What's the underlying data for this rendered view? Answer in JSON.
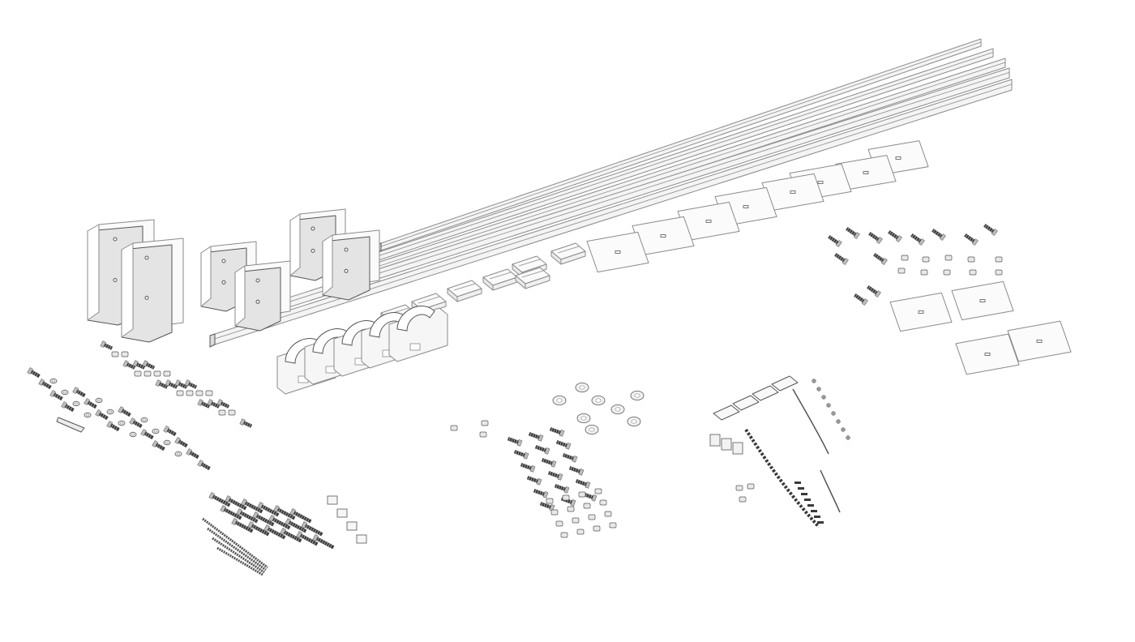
{
  "colors": {
    "background": "#ffffff",
    "line": "#8a8a8a",
    "line_dark": "#555555",
    "fill_light": "#f4f4f4",
    "fill_panel": "#e4e4e4",
    "fill_metal": "#6e6e6e",
    "fill_dark": "#3a3a3a"
  },
  "components": [
    {
      "name": "aluminum-rails",
      "count": 5
    },
    {
      "name": "mounting-brackets",
      "count": 6
    },
    {
      "name": "mounting-plates",
      "count": 13
    },
    {
      "name": "channel-clips",
      "count": 10
    },
    {
      "name": "curved-end-caps",
      "count": 5
    },
    {
      "name": "screw-and-washer-sets",
      "count": 6
    },
    {
      "name": "belt-and-spring-assembly",
      "count": 1
    }
  ]
}
